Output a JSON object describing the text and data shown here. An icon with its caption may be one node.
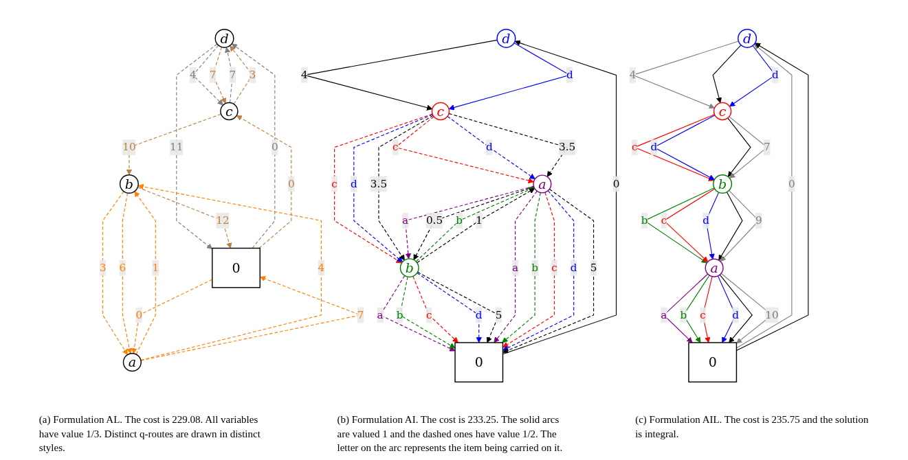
{
  "diagram": {
    "nodes": [
      {
        "text": [
          "d"
        ]
      },
      {
        "text": [
          "c"
        ]
      },
      {
        "text": [
          "b"
        ]
      },
      {
        "text": [
          "0"
        ]
      },
      {
        "text": [
          "a"
        ]
      },
      {
        "text": [
          "d"
        ]
      },
      {
        "text": [
          "c"
        ]
      },
      {
        "text": [
          "b"
        ]
      },
      {
        "text": [
          "0"
        ]
      },
      {
        "text": [
          "a"
        ]
      },
      {
        "text": [
          "d"
        ]
      },
      {
        "text": [
          "c"
        ]
      },
      {
        "text": [
          "b"
        ]
      },
      {
        "text": [
          "0"
        ]
      },
      {
        "text": [
          "a"
        ]
      }
    ],
    "edges": [
      {
        "from": 0,
        "to": 1,
        "arrow": "to",
        "label": "4",
        "style": "dashed",
        "color": "#808080"
      },
      {
        "from": 1,
        "to": 0,
        "arrow": "to",
        "label": "7",
        "style": "dashed",
        "color": "#808080"
      },
      {
        "from": 1,
        "to": 0,
        "arrow": "to",
        "label": "3",
        "style": "dashed",
        "color": "#bf8040"
      },
      {
        "from": 0,
        "to": 1,
        "arrow": "to",
        "label": "7",
        "style": "dashed",
        "color": "#bf8040"
      },
      {
        "from": 3,
        "to": 0,
        "arrow": "to",
        "label": "0",
        "style": "dashed",
        "color": "#808080"
      },
      {
        "from": 0,
        "to": 3,
        "arrow": "to",
        "label": "11",
        "style": "dashed",
        "color": "#808080"
      },
      {
        "from": 3,
        "to": 1,
        "arrow": "to",
        "label": "0",
        "style": "dashed",
        "color": "#bf8040"
      },
      {
        "from": 1,
        "to": 2,
        "arrow": "to",
        "label": "10",
        "style": "dashed",
        "color": "#bf8040"
      },
      {
        "from": 2,
        "to": 3,
        "arrow": "to",
        "label": "12",
        "style": "dashed",
        "color": "#bf8040"
      },
      {
        "from": 4,
        "to": 2,
        "arrow": "to",
        "label": "1",
        "style": "dashed",
        "color": "#ff8000"
      },
      {
        "from": 2,
        "to": 4,
        "arrow": "to",
        "label": "3",
        "style": "dashed",
        "color": "#ff8000"
      },
      {
        "from": 4,
        "to": 2,
        "arrow": "to",
        "label": "4",
        "style": "dashed",
        "color": "#ff8000"
      },
      {
        "from": 2,
        "to": 4,
        "arrow": "to",
        "label": "6",
        "style": "dashed",
        "color": "#ff8000"
      },
      {
        "from": 3,
        "to": 4,
        "arrow": "to",
        "label": "0",
        "style": "dashed",
        "color": "#ff8000"
      },
      {
        "from": 4,
        "to": 3,
        "arrow": "to",
        "label": "7",
        "style": "dashed",
        "color": "#ff8000"
      },
      {
        "from": 5,
        "to": 6,
        "arrow": "to",
        "label": "4"
      },
      {
        "from": 5,
        "to": 6,
        "arrow": "to",
        "label": "d",
        "color": "#0000ff"
      },
      {
        "from": 8,
        "to": 5,
        "arrow": "to",
        "label": "0"
      },
      {
        "from": 6,
        "to": 9,
        "arrow": "to",
        "label": "c",
        "style": "dashed",
        "color": "#ff0000"
      },
      {
        "from": 6,
        "to": 9,
        "arrow": "to",
        "label": "d",
        "style": "dashed",
        "color": "#0000ff"
      },
      {
        "from": 6,
        "to": 9,
        "arrow": "to",
        "label": "3.5",
        "style": "dashed"
      },
      {
        "from": 6,
        "to": 7,
        "arrow": "to",
        "label": "c",
        "style": "dashed",
        "color": "#ff0000"
      },
      {
        "from": 6,
        "to": 7,
        "arrow": "to",
        "label": "d",
        "style": "dashed",
        "color": "#0000ff"
      },
      {
        "from": 6,
        "to": 7,
        "arrow": "to",
        "label": "3.5",
        "style": "dashed"
      },
      {
        "from": 7,
        "to": 8,
        "arrow": "to",
        "label": "a",
        "style": "dashed",
        "color": "#800080"
      },
      {
        "from": 7,
        "to": 8,
        "arrow": "to",
        "label": "b",
        "style": "dashed",
        "color": "#008000"
      },
      {
        "from": 7,
        "to": 8,
        "arrow": "to",
        "label": "c",
        "style": "dashed",
        "color": "#ff0000"
      },
      {
        "from": 7,
        "to": 8,
        "arrow": "to",
        "label": "d",
        "style": "dashed",
        "color": "#0000ff"
      },
      {
        "from": 7,
        "to": 8,
        "arrow": "to",
        "label": "5",
        "style": "dashed"
      },
      {
        "from": 9,
        "to": 7,
        "arrow": "to",
        "label": "a",
        "style": "dashed",
        "color": "#800080"
      },
      {
        "from": 9,
        "to": 7,
        "arrow": "to",
        "label": "0.5",
        "style": "dashed"
      },
      {
        "from": 7,
        "to": 9,
        "arrow": "to",
        "label": "b",
        "style": "dashed",
        "color": "#008000"
      },
      {
        "from": 7,
        "to": 9,
        "arrow": "to",
        "label": "1",
        "style": "dashed"
      },
      {
        "from": 9,
        "to": 8,
        "arrow": "to",
        "label": "a",
        "style": "dashed",
        "color": "#800080"
      },
      {
        "from": 9,
        "to": 8,
        "arrow": "to",
        "label": "b",
        "style": "dashed",
        "color": "#008000"
      },
      {
        "from": 9,
        "to": 8,
        "arrow": "to",
        "label": "c",
        "style": "dashed",
        "color": "#ff0000"
      },
      {
        "from": 9,
        "to": 8,
        "arrow": "to",
        "label": "d",
        "style": "dashed",
        "color": "#0000ff"
      },
      {
        "from": 9,
        "to": 8,
        "arrow": "to",
        "label": "5",
        "style": "dashed"
      },
      {
        "from": 10,
        "to": 11,
        "arrow": "to",
        "label": "4",
        "color": "#808080"
      },
      {
        "from": 10,
        "to": 11,
        "arrow": "to"
      },
      {
        "from": 10,
        "to": 11,
        "arrow": "to",
        "label": "d",
        "color": "#0000ff"
      },
      {
        "from": 13,
        "to": 10,
        "arrow": "to",
        "label": "0",
        "color": "#808080"
      },
      {
        "from": 13,
        "to": 10,
        "arrow": "to"
      },
      {
        "from": 11,
        "to": 12,
        "arrow": "to",
        "label": "c",
        "color": "#ff0000"
      },
      {
        "from": 11,
        "to": 12,
        "arrow": "to",
        "label": "d",
        "color": "#0000ff"
      },
      {
        "from": 11,
        "to": 12,
        "arrow": "to"
      },
      {
        "from": 11,
        "to": 12,
        "arrow": "to",
        "label": "7",
        "color": "#808080"
      },
      {
        "from": 12,
        "to": 14,
        "arrow": "to",
        "label": "b",
        "color": "#008000"
      },
      {
        "from": 12,
        "to": 14,
        "arrow": "to",
        "label": "c",
        "color": "#ff0000"
      },
      {
        "from": 12,
        "to": 14,
        "arrow": "to",
        "label": "d",
        "color": "#0000ff"
      },
      {
        "from": 12,
        "to": 14,
        "arrow": "to"
      },
      {
        "from": 12,
        "to": 14,
        "arrow": "to",
        "label": "9",
        "color": "#808080"
      },
      {
        "from": 14,
        "to": 13,
        "arrow": "to",
        "label": "a",
        "color": "#800080"
      },
      {
        "from": 14,
        "to": 13,
        "arrow": "to",
        "label": "b",
        "color": "#008000"
      },
      {
        "from": 14,
        "to": 13,
        "arrow": "to",
        "label": "c",
        "color": "#ff0000"
      },
      {
        "from": 14,
        "to": 13,
        "arrow": "to",
        "label": "d",
        "color": "#0000ff"
      },
      {
        "from": 14,
        "to": 13,
        "arrow": "to"
      },
      {
        "from": 14,
        "to": 13,
        "arrow": "to",
        "label": "10",
        "color": "#808080"
      }
    ],
    "labels": [
      "(a) Formulation AL. The cost is 229.08. All variables have value 1/3. Distinct q-routes are drawn in distinct styles.",
      "(b) Formulation AI. The cost is 233.25. The solid arcs are valued 1 and the dashed ones have value 1/2. The letter on the arc represents the item being carried on it.",
      "(c) Formulation AIL. The cost is 235.75 and the solution is integral."
    ]
  }
}
